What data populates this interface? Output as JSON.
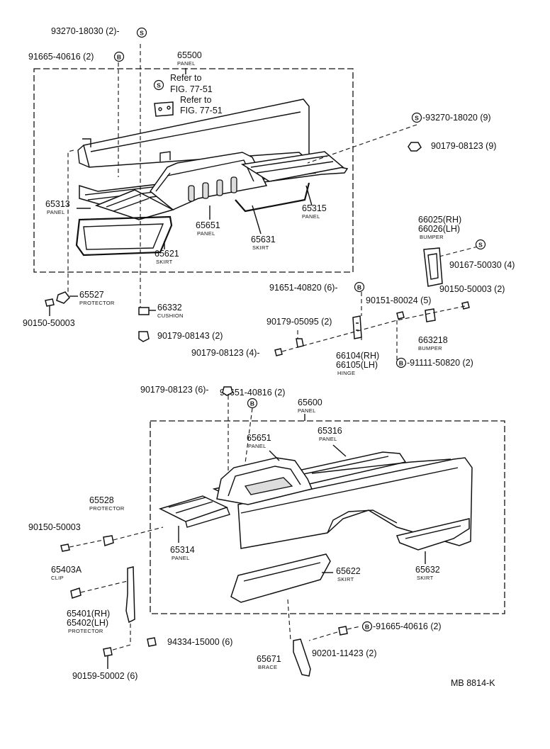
{
  "labels": {
    "p93270_18030": "93270-18030 (2)-",
    "p91665_40616_top": "91665-40616 (2)",
    "p65500": "65500",
    "p65500_sub": "PANEL",
    "refer1": "Refer to",
    "fig1": "FIG. 77-51",
    "refer2": "Refer to",
    "fig2": "FIG. 77-51",
    "p93270_18020": "-93270-18020 (9)",
    "p90179_08123_r": "90179-08123 (9)",
    "p65313": "65313",
    "p65313_sub": "PANEL",
    "p65315": "65315",
    "p65315_sub": "PANEL",
    "p65651_top": "65651",
    "p65651_top_sub": "PANEL",
    "p65631": "65631",
    "p65631_sub": "SKIRT",
    "p65621": "65621",
    "p65621_sub": "SKIRT",
    "p66025": "66025(RH)",
    "p66026": "66026(LH)",
    "p66025_sub": "BUMPER",
    "p90167_50030": "90167-50030 (4)",
    "p65527": "65527",
    "p65527_sub": "PROTECTOR",
    "p90150_50003_l": "90150-50003",
    "p66332": "66332",
    "p66332_sub": "CUSHION",
    "p90179_08143": "90179-08143 (2)",
    "p91651_40820": "91651-40820 (6)-",
    "p90150_50003_r": "90150-50003 (2)",
    "p90151_80024": "90151-80024 (5)",
    "p90179_05095": "90179-05095 (2)",
    "p663218": "663218",
    "p663218_sub": "BUMPER",
    "p90179_08123_m": "90179-08123 (4)-",
    "p66104": "66104(RH)",
    "p66105": "66105(LH)",
    "p66104_sub": "HINGE",
    "p91111_50820": "-91111-50820 (2)",
    "p91651_40816": "91651-40816 (2)",
    "p90179_08123_b": "90179-08123 (6)-",
    "p65600": "65600",
    "p65600_sub": "PANEL",
    "p65651_bot": "65651",
    "p65651_bot_sub": "PANEL",
    "p65316": "65316",
    "p65316_sub": "PANEL",
    "p65528": "65528",
    "p65528_sub": "PROTECTOR",
    "p90150_50003_b": "90150-50003",
    "p65314": "65314",
    "p65314_sub": "PANEL",
    "p65403a": "65403A",
    "p65403a_sub": "CLIP",
    "p65622": "65622",
    "p65622_sub": "SKIRT",
    "p65632": "65632",
    "p65632_sub": "SKIRT",
    "p65401": "65401(RH)",
    "p65402": "65402(LH)",
    "p65401_sub": "PROTECTOR",
    "p91665_40616_bot": "-91665-40616 (2)",
    "p94334_15000": "94334-15000 (6)",
    "p90201_11423": "90201-11423 (2)",
    "p65671": "65671",
    "p65671_sub": "BRACE",
    "p90159_50002": "90159-50002 (6)",
    "footer_code": "MB 8814-K"
  },
  "symbols": {
    "s": "S",
    "b": "B"
  }
}
